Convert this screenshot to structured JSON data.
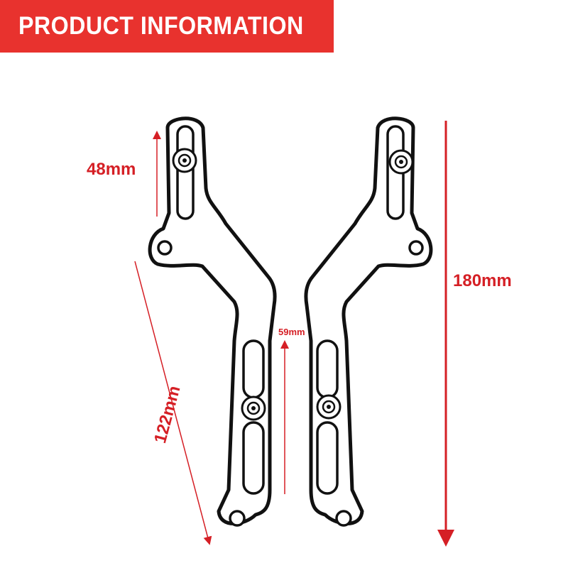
{
  "banner": {
    "title": "PRODUCT INFORMATION",
    "color": "#e8322e"
  },
  "dimensions": {
    "top_slot": "48mm",
    "lower_arm": "122mm",
    "lower_slot": "59mm",
    "total_height": "180mm"
  },
  "colors": {
    "dimension_red": "#d51f25",
    "bracket_fill": "#ffffff",
    "bracket_outline": "#111111"
  },
  "icons": [
    "bracket-left-icon",
    "bracket-right-icon",
    "bolt-icon",
    "dimension-arrow-icon"
  ]
}
